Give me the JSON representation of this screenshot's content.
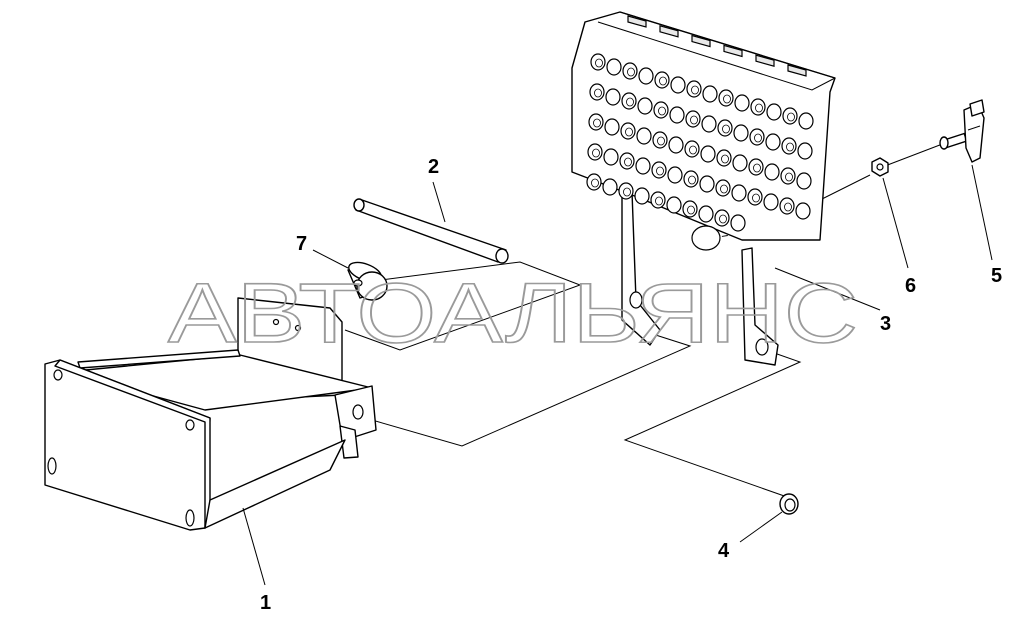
{
  "watermark": "АВТОАЛЬЯНС",
  "callouts": [
    {
      "id": "1",
      "label": "1"
    },
    {
      "id": "2",
      "label": "2"
    },
    {
      "id": "3",
      "label": "3"
    },
    {
      "id": "4",
      "label": "4"
    },
    {
      "id": "5",
      "label": "5"
    },
    {
      "id": "6",
      "label": "6"
    },
    {
      "id": "7",
      "label": "7"
    }
  ],
  "colors": {
    "ink": "#000000",
    "background": "#ffffff",
    "watermark": "#9a9a9a"
  }
}
